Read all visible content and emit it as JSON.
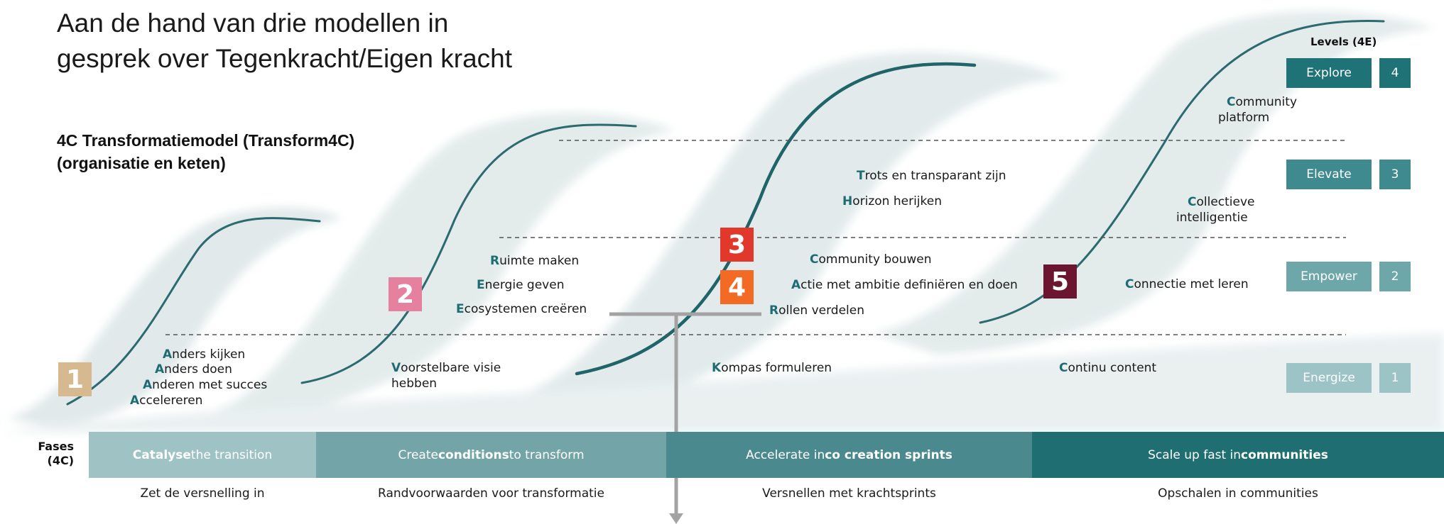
{
  "title_lines": [
    "Aan de hand van drie modellen in",
    "gesprek over Tegenkracht/Eigen kracht"
  ],
  "subtitle_lines": [
    "4C Transformatiemodel (Transform4C)",
    "(organisatie en keten)"
  ],
  "levels_header": "Levels (4E)",
  "levels": [
    {
      "name": "Explore",
      "num": "4",
      "color": "#1f7276"
    },
    {
      "name": "Elevate",
      "num": "3",
      "color": "#3f8a8e"
    },
    {
      "name": "Empower",
      "num": "2",
      "color": "#6ea7aa"
    },
    {
      "name": "Energize",
      "num": "1",
      "color": "#9cc3c5"
    }
  ],
  "badges": [
    {
      "label": "1",
      "color": "#d6b98f"
    },
    {
      "label": "2",
      "color": "#e5809f"
    },
    {
      "label": "3",
      "color": "#e2382b"
    },
    {
      "label": "4",
      "color": "#f36a24"
    },
    {
      "label": "5",
      "color": "#6b1530"
    }
  ],
  "items": {
    "a1": {
      "initial": "A",
      "rest": "nders kijken"
    },
    "a2": {
      "initial": "A",
      "rest": "nders doen"
    },
    "a3": {
      "initial": "A",
      "rest": "nderen met succes"
    },
    "a4": {
      "initial": "A",
      "rest": "ccelereren"
    },
    "v1a": {
      "initial": "V",
      "rest": "oorstelbare visie"
    },
    "v1b": {
      "initial": "",
      "rest": "hebben"
    },
    "r1": {
      "initial": "R",
      "rest": "uimte maken"
    },
    "e1": {
      "initial": "E",
      "rest": "nergie geven"
    },
    "e2": {
      "initial": "E",
      "rest": "cosystemen creëren"
    },
    "t1": {
      "initial": "T",
      "rest": "rots en transparant zijn"
    },
    "h1": {
      "initial": "H",
      "rest": "orizon herijken"
    },
    "c1": {
      "initial": "C",
      "rest": "ommunity bouwen"
    },
    "ac": {
      "initial": "A",
      "rest": "ctie met ambitie definiëren en doen"
    },
    "ro": {
      "initial": "R",
      "rest": "ollen verdelen"
    },
    "k1": {
      "initial": "K",
      "rest": "ompas formuleren"
    },
    "cp1": {
      "initial": "C",
      "rest": "ommunity"
    },
    "cp2": {
      "initial": "",
      "rest": "platform"
    },
    "ci1": {
      "initial": "C",
      "rest": "ollectieve"
    },
    "ci2": {
      "initial": "",
      "rest": "intelligentie"
    },
    "cl": {
      "initial": "C",
      "rest": "onnectie met leren"
    },
    "cc": {
      "initial": "C",
      "rest": "ontinu content"
    }
  },
  "fases_label": [
    "Fases",
    "(4C)"
  ],
  "phases": [
    {
      "bold": "Catalyse",
      "rest": " the transition",
      "sub": "Zet de versnelling in",
      "color": "#9fc3c5"
    },
    {
      "pre": "Create ",
      "bold": "conditions",
      "rest": " to transform",
      "sub": "Randvoorwaarden voor transformatie",
      "color": "#73a5a8"
    },
    {
      "pre": "Accelerate in ",
      "bold": "co creation sprints",
      "rest": "",
      "sub": "Versnellen met krachtsprints",
      "color": "#4a8a8e"
    },
    {
      "pre": "Scale up fast in ",
      "bold": "communities",
      "rest": "",
      "sub": "Opschalen in communities",
      "color": "#1f6e72"
    }
  ]
}
